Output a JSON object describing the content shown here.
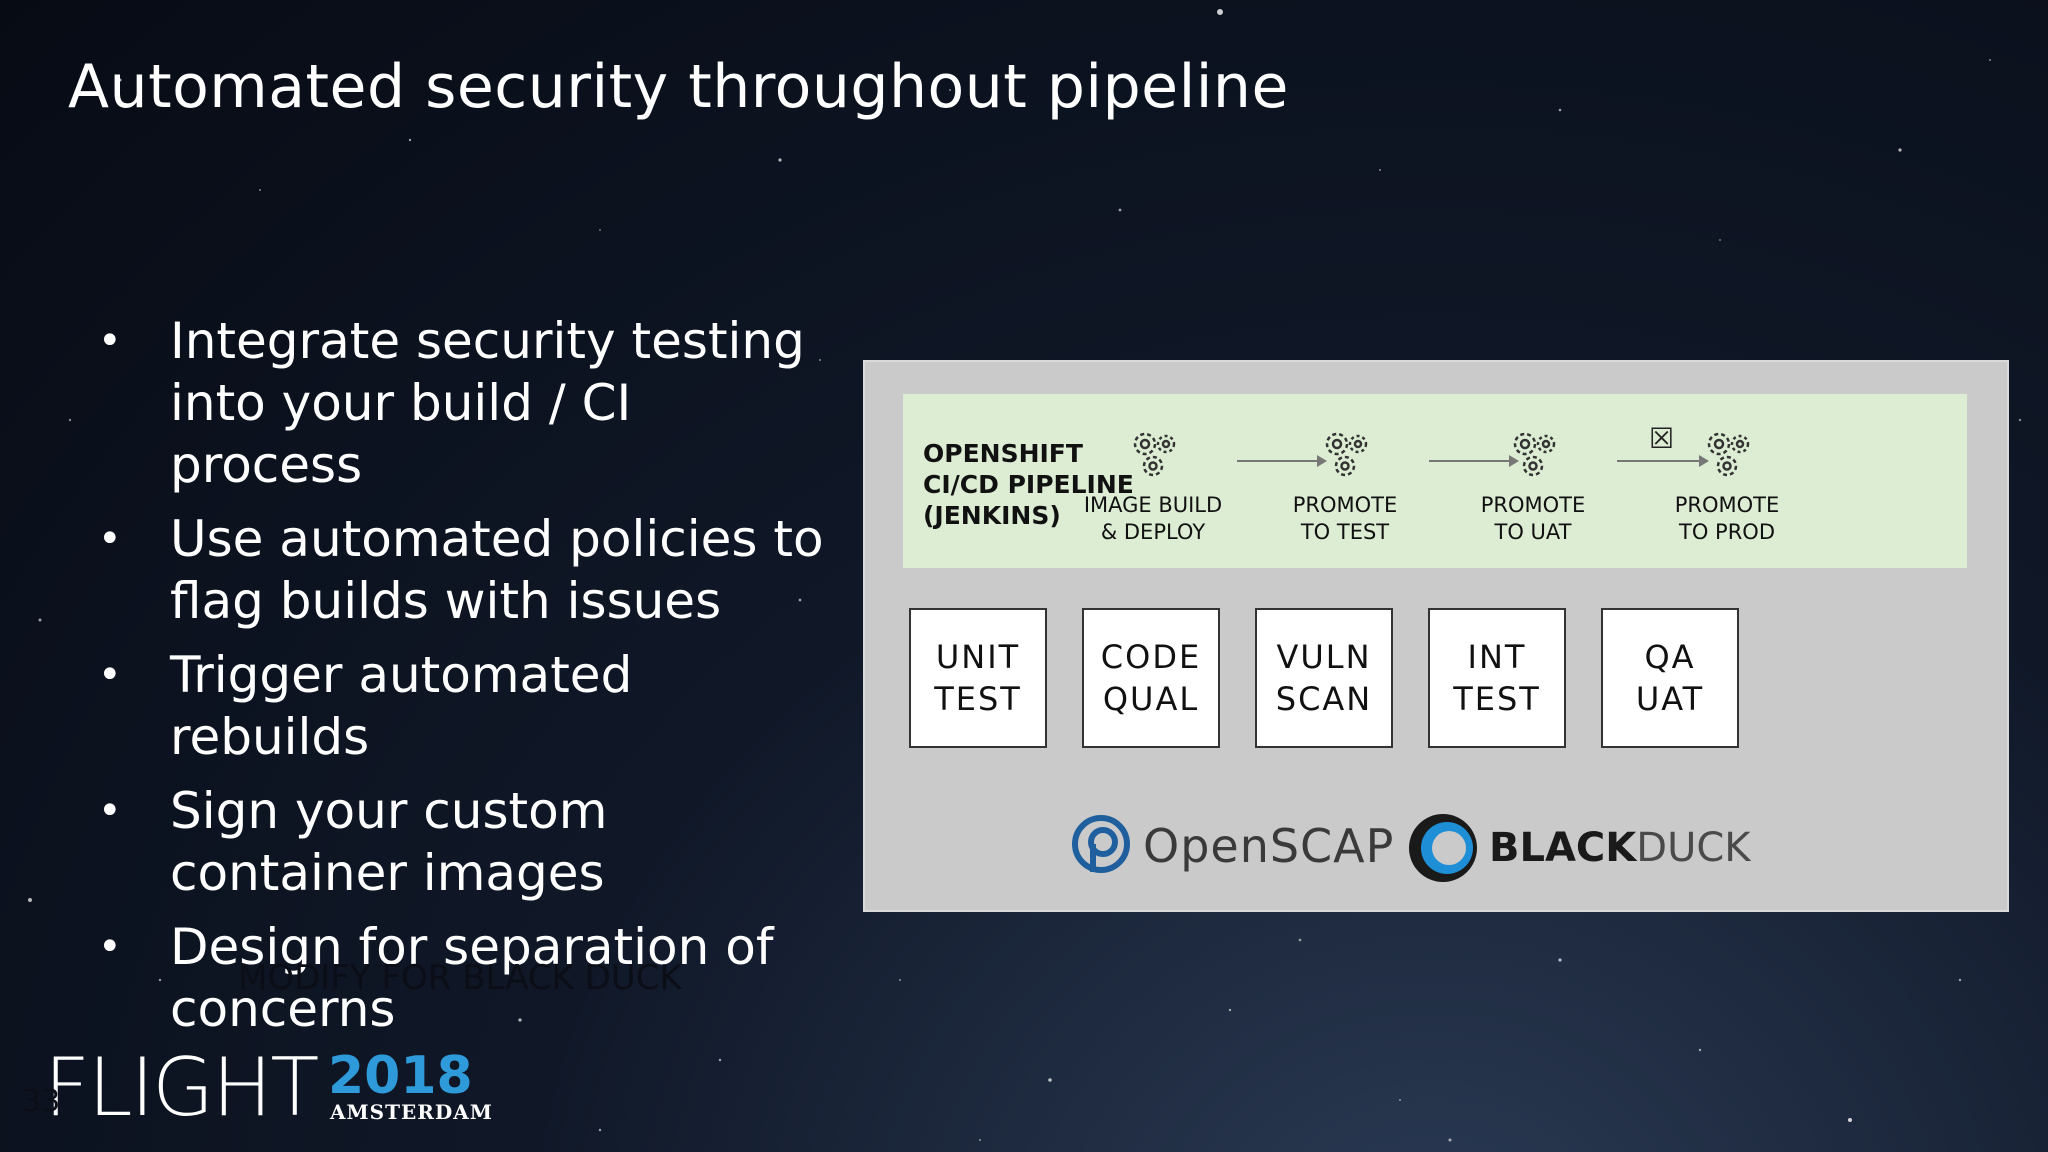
{
  "slide": {
    "title": "Automated security throughout pipeline",
    "bullets": [
      "Integrate security testing into your build / CI process",
      "Use automated policies to flag builds with issues",
      "Trigger automated rebuilds",
      "Sign your custom container images",
      "Design for separation of concerns"
    ],
    "bullet_symbol": "•",
    "note": "MODIFY FOR BLACK DUCK",
    "slide_number": "33"
  },
  "branding": {
    "event": "FLIGHT",
    "year": "2018",
    "city": "AMSTERDAM",
    "year_color": "#2e9ad9"
  },
  "diagram": {
    "pipeline_label": "OPENSHIFT\nCI/CD PIPELINE\n(JENKINS)",
    "stages": [
      "IMAGE BUILD\n& DEPLOY",
      "PROMOTE\nTO TEST",
      "PROMOTE\nTO UAT",
      "PROMOTE\nTO PROD"
    ],
    "checkbox_glyph": "☒",
    "tests": [
      "UNIT\nTEST",
      "CODE\nQUAL",
      "VULN\nSCAN",
      "INT\nTEST",
      "QA\nUAT"
    ],
    "tools": {
      "openscap": "OpenSCAP",
      "blackduck_bold": "BLACK",
      "blackduck_light": "DUCK"
    },
    "colors": {
      "panel": "#cacaca",
      "pipeline_bg": "#dcedd4",
      "openscap_blue": "#1f5f9e",
      "blackduck_blue": "#1e8fd6"
    }
  }
}
